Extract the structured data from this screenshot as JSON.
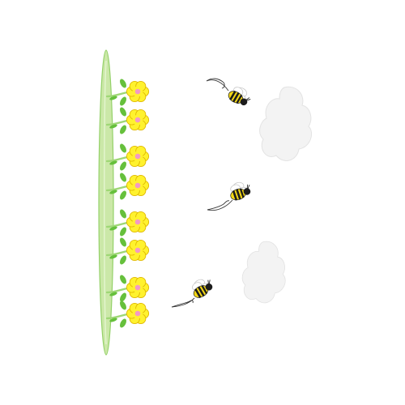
{
  "colors": {
    "background": "#ffffff",
    "ground_fill": "#c9e7a4",
    "ground_stroke": "#8fcf61",
    "stem": "#9fd776",
    "leaf": "#66c03c",
    "petal": "#fff22e",
    "petal_stroke": "#e0b800",
    "flower_center": "#f39ac4",
    "bee_body": "#f2d718",
    "bee_stripe": "#1c1c1c",
    "bee_wing": "#ffffff",
    "bee_wing_stroke": "#c9c9c9",
    "bee_trail": "#333333",
    "cloud": "#f3f3f3",
    "cloud_stroke": "#e3e3e3"
  },
  "scene": {
    "flower_count": 8,
    "bee_count": 3,
    "cloud_count": 2
  },
  "icons": {
    "ground": "grass-strip",
    "flower": "flower-icon",
    "bee": "bee-icon",
    "cloud": "cloud-icon"
  }
}
